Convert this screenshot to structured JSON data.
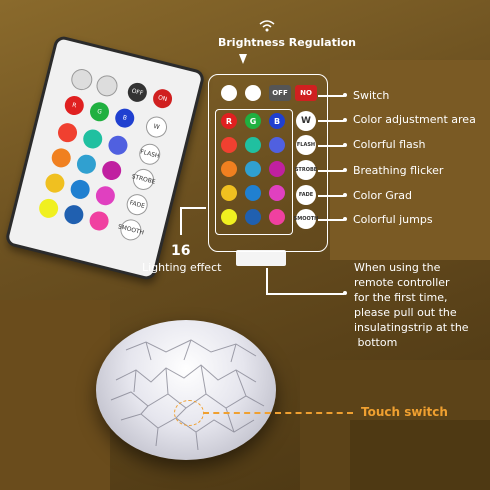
{
  "annotations": {
    "brightness_regulation": "Brightness Regulation",
    "switch": "Switch",
    "color_adjustment_area": "Color adjustment area",
    "colorful_flash": "Colorful flash",
    "breathing_flicker": "Breathing flicker",
    "color_grad": "Color Grad",
    "colorful_jumps": "Colorful jumps",
    "lighting_effect_count": "16",
    "lighting_effect": "Lighting effect",
    "first_time_note": [
      "When using the",
      "remote controller",
      "for the first time,",
      "please pull out the",
      "insulatingstrip at the",
      " bottom"
    ],
    "touch_switch": "Touch switch"
  },
  "panel": {
    "off_label": "OFF",
    "on_label": "NO",
    "row_labels": [
      "R",
      "G",
      "B"
    ],
    "side_buttons": [
      "W",
      "FLASH",
      "STROBE",
      "FADE",
      "SMOOTH"
    ]
  },
  "remote": {
    "off_label": "OFF",
    "on_label": "ON",
    "row_labels": [
      "R",
      "G",
      "B"
    ],
    "side_buttons": [
      "W",
      "FLASH",
      "STROBE",
      "FADE",
      "SMOOTH"
    ]
  },
  "colors": {
    "accent_orange": "#f0a030",
    "grid": [
      "#e02020",
      "#20b040",
      "#2040d0",
      "#f04030",
      "#20c0a0",
      "#5060e0",
      "#f08020",
      "#30a0d0",
      "#c020a0",
      "#f0c020",
      "#2080d0",
      "#e040c0",
      "#f0f020",
      "#2060b0",
      "#f040a0"
    ]
  },
  "icons": [
    "wifi-icon",
    "brightness-up-icon",
    "brightness-down-icon",
    "down-arrow-icon"
  ]
}
